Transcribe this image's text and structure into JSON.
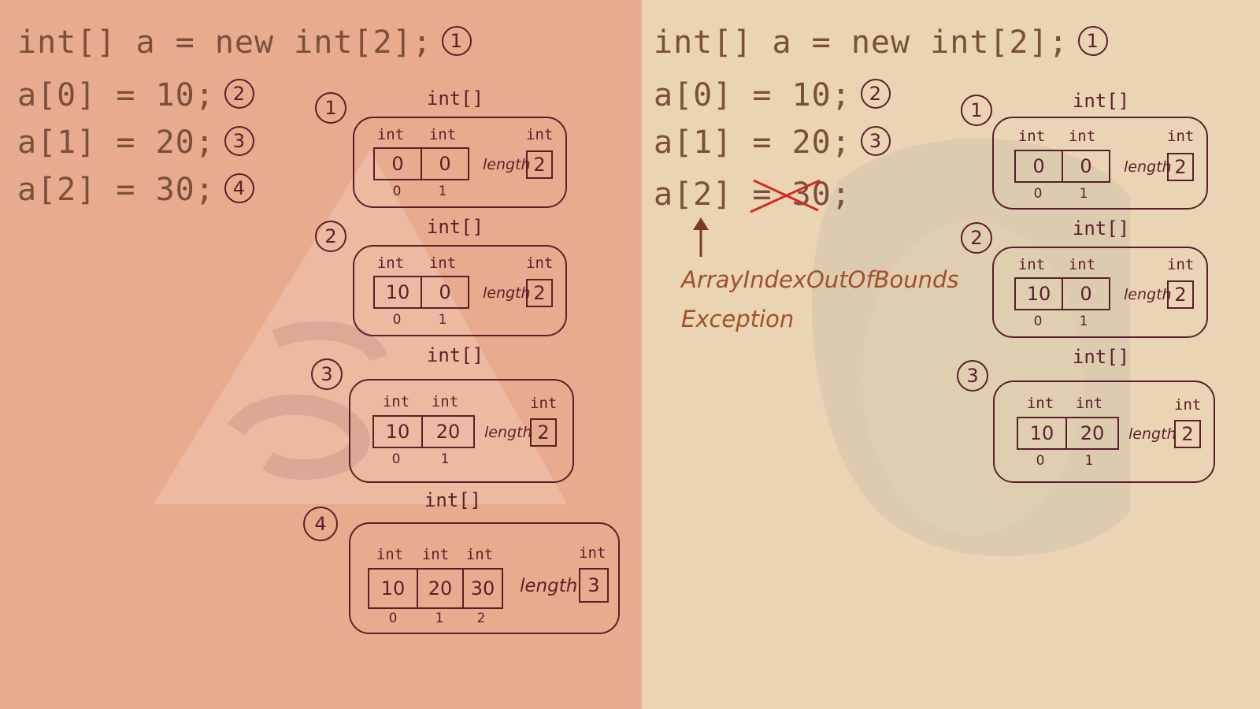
{
  "colors": {
    "ink": "#5b1f2c",
    "code": "#7a4f3c",
    "exception": "#a0502b",
    "cross": "#d22c20",
    "left_bg": "#e9ab8e",
    "right_bg": "#ead4b3"
  },
  "left": {
    "code": [
      {
        "stmt": "int[]  a = new int[2];",
        "badge": "1"
      },
      {
        "stmt": "a[0] = 10;",
        "badge": "2"
      },
      {
        "stmt": "a[1] = 20;",
        "badge": "3"
      },
      {
        "stmt": "a[2] = 30;",
        "badge": "4"
      }
    ],
    "states": [
      {
        "num": "1",
        "type": "int[]",
        "cell_type": "int",
        "values": [
          "0",
          "0"
        ],
        "indices": [
          "0",
          "1"
        ],
        "length_label": "length",
        "length_type": "int",
        "length": "2"
      },
      {
        "num": "2",
        "type": "int[]",
        "cell_type": "int",
        "values": [
          "10",
          "0"
        ],
        "indices": [
          "0",
          "1"
        ],
        "length_label": "length",
        "length_type": "int",
        "length": "2"
      },
      {
        "num": "3",
        "type": "int[]",
        "cell_type": "int",
        "values": [
          "10",
          "20"
        ],
        "indices": [
          "0",
          "1"
        ],
        "length_label": "length",
        "length_type": "int",
        "length": "2"
      },
      {
        "num": "4",
        "type": "int[]",
        "cell_type": "int",
        "values": [
          "10",
          "20",
          "30"
        ],
        "indices": [
          "0",
          "1",
          "2"
        ],
        "length_label": "length",
        "length_type": "int",
        "length": "3"
      }
    ]
  },
  "right": {
    "code": [
      {
        "stmt": "int[]  a = new int[2];",
        "badge": "1"
      },
      {
        "stmt": "a[0] = 10;",
        "badge": "2"
      },
      {
        "stmt": "a[1] = 20;",
        "badge": "3"
      }
    ],
    "failing": {
      "target": "a[2]",
      "op": "=",
      "rest": "30;"
    },
    "exception": [
      "ArrayIndexOutOfBounds",
      "Exception"
    ],
    "states": [
      {
        "num": "1",
        "type": "int[]",
        "cell_type": "int",
        "values": [
          "0",
          "0"
        ],
        "indices": [
          "0",
          "1"
        ],
        "length_label": "length",
        "length_type": "int",
        "length": "2"
      },
      {
        "num": "2",
        "type": "int[]",
        "cell_type": "int",
        "values": [
          "10",
          "0"
        ],
        "indices": [
          "0",
          "1"
        ],
        "length_label": "length",
        "length_type": "int",
        "length": "2"
      },
      {
        "num": "3",
        "type": "int[]",
        "cell_type": "int",
        "values": [
          "10",
          "20"
        ],
        "indices": [
          "0",
          "1"
        ],
        "length_label": "length",
        "length_type": "int",
        "length": "2"
      }
    ]
  }
}
